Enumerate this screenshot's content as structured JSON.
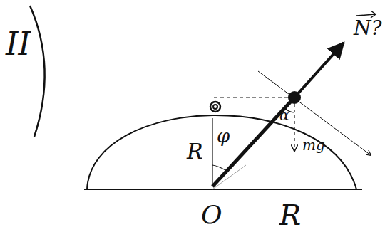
{
  "diagram": {
    "labels": [
      "II",
      "R",
      "φ",
      "α",
      "mg",
      "N?",
      "O",
      "R"
    ]
  }
}
